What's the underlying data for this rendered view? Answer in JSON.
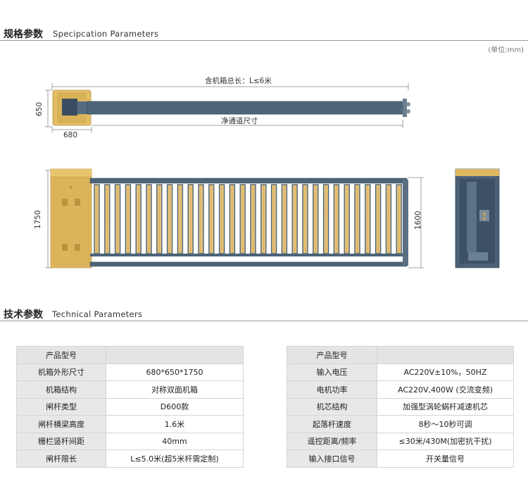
{
  "spec_section": {
    "title_zh": "规格参数",
    "title_en": "Specipcation  Parameters",
    "unit": "(单位:mm)"
  },
  "dimensions": {
    "total_length": "含机箱总长：L≤6米",
    "clear_passage": "净通道尺寸",
    "cabinet_depth": "650",
    "cabinet_width": "680",
    "cabinet_height": "1750",
    "fence_height": "1600"
  },
  "tech_section": {
    "title_zh": "技术参数",
    "title_en": "Technical  Parameters"
  },
  "table_left": {
    "rows": [
      {
        "key": "产品型号",
        "value": ""
      },
      {
        "key": "机箱外形尺寸",
        "value": "680*650*1750"
      },
      {
        "key": "机箱结构",
        "value": "对称双面机箱"
      },
      {
        "key": "闸杆类型",
        "value": "D600款"
      },
      {
        "key": "闸杆横梁高度",
        "value": "1.6米"
      },
      {
        "key": "栅栏竖杆间距",
        "value": "40mm"
      },
      {
        "key": "闸杆限长",
        "value": "L≤5.0米(超5米杆需定制)"
      }
    ]
  },
  "table_right": {
    "rows": [
      {
        "key": "产品型号",
        "value": ""
      },
      {
        "key": "输入电压",
        "value": "AC220V±10%，50HZ"
      },
      {
        "key": "电机功率",
        "value": "AC220V,400W (交流变频)"
      },
      {
        "key": "机芯结构",
        "value": "加强型涡轮蜗杆减速机芯"
      },
      {
        "key": "起落杆速度",
        "value": "8秒～10秒可调"
      },
      {
        "key": "遥控距离/频率",
        "value": "≤30米/430M(加密抗干扰)"
      },
      {
        "key": "输入接口信号",
        "value": "开关量信号"
      }
    ]
  },
  "colors": {
    "cabinet_gold": "#e0b860",
    "frame_gray_blue": "#4d6478",
    "header_gray": "#e4e4e4"
  }
}
